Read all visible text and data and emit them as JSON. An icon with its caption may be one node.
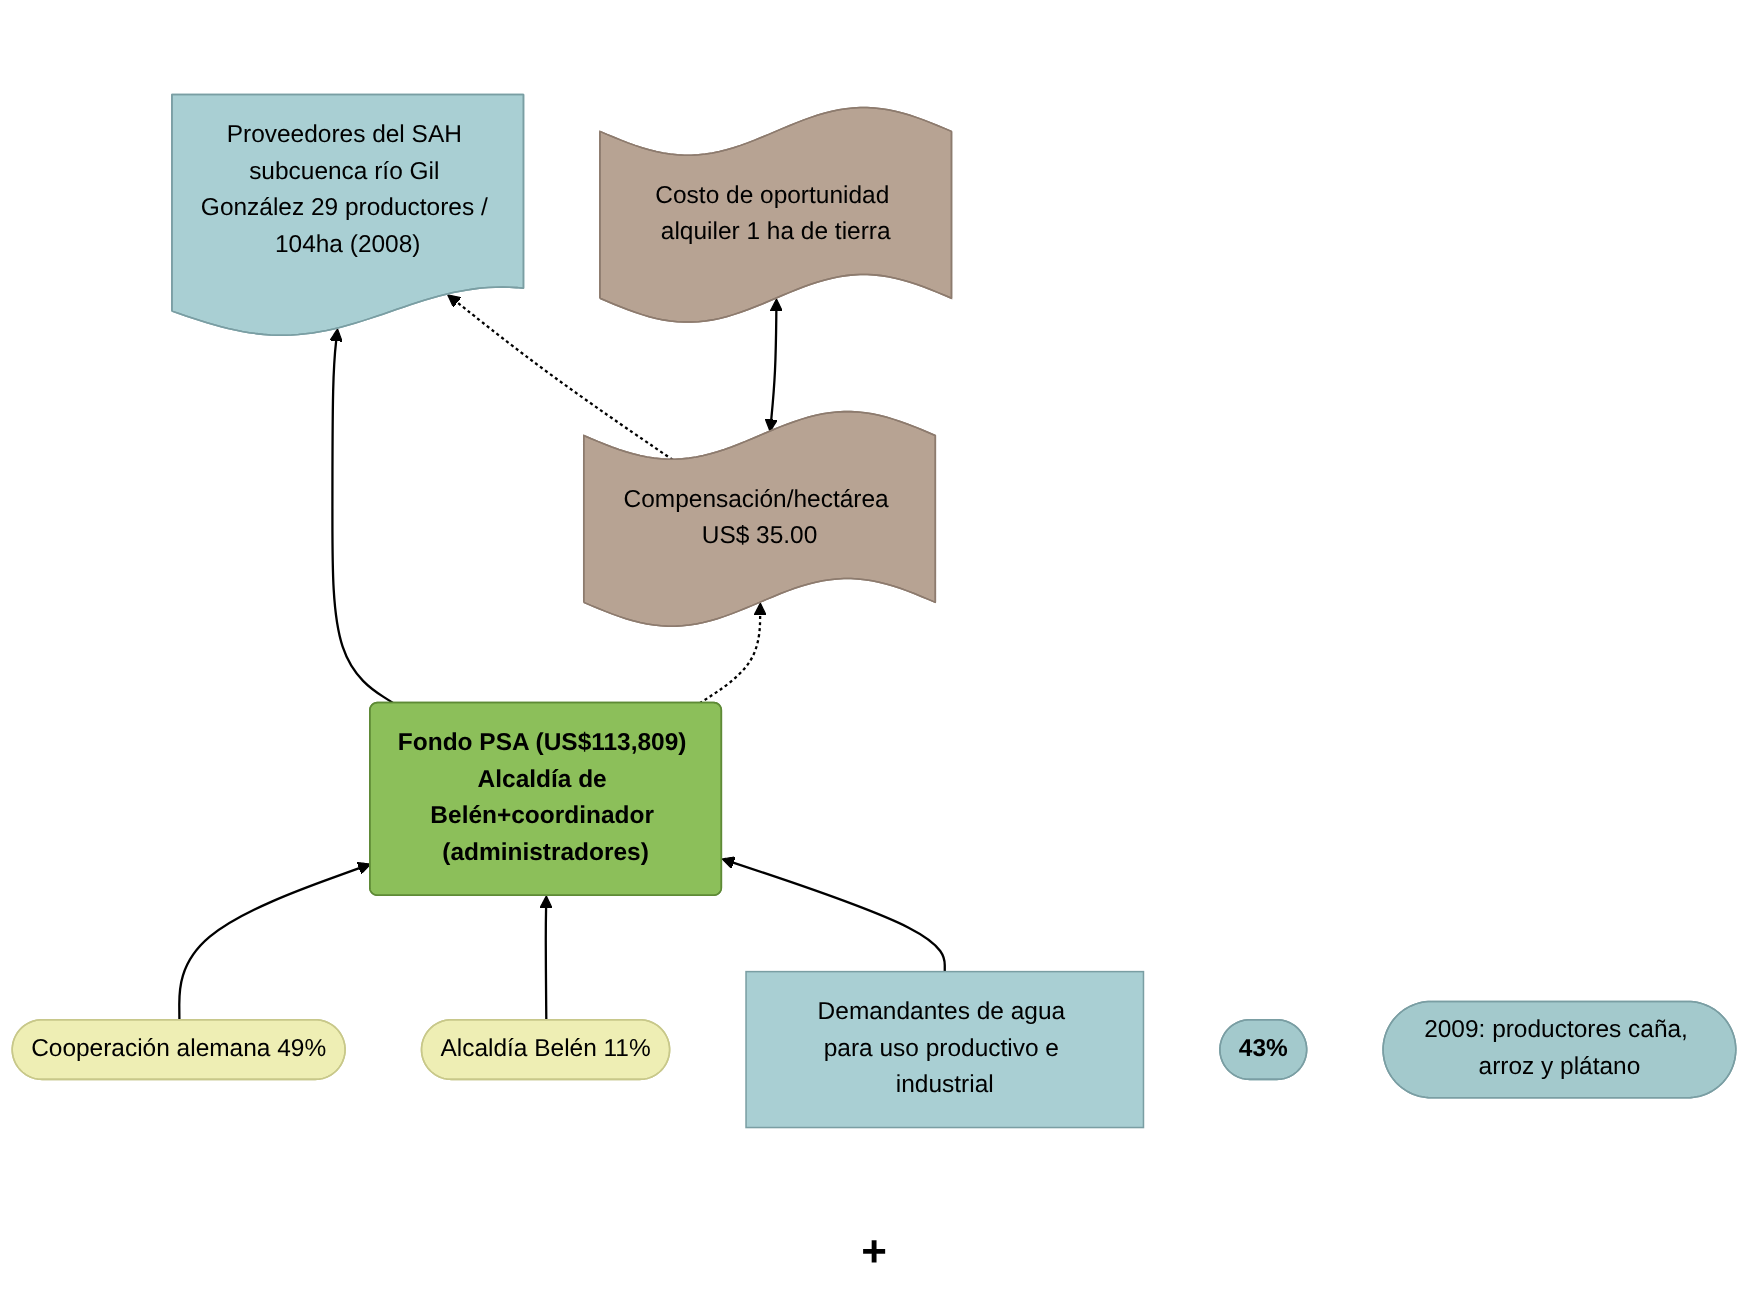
{
  "diagram": {
    "nodes": [
      {
        "text": [
          "Proveedores del SAH subcuenca río Gil González 29 productores / 104ha (2008)"
        ]
      },
      {
        "text": [
          "Compensación/hectárea US$ 35.00"
        ]
      },
      {
        "text": [
          "Costo de oportunidad alquiler 1 ha de tierra"
        ]
      },
      {
        "text": [
          "Fondo PSA (US$113,809) Alcaldía de Belén+coordinador (administradores)"
        ]
      },
      {
        "text": [
          "Cooperación alemana 49%"
        ]
      },
      {
        "text": [
          "Alcaldía Belén 11%"
        ]
      },
      {
        "text": [
          "Demandantes de agua para uso productivo e industrial"
        ]
      },
      {
        "text": [
          "43%"
        ]
      },
      {
        "text": [
          "2009: productores caña, arroz y plátano"
        ]
      }
    ],
    "edges": [
      {
        "from": 1,
        "to": 0,
        "arrow": "to",
        "style": "dashed"
      },
      {
        "from": 3,
        "to": 0,
        "arrow": "to"
      },
      {
        "from": 1,
        "to": 2,
        "arrow": "both"
      },
      {
        "from": 3,
        "to": 1,
        "arrow": "to",
        "style": "dashed"
      },
      {
        "from": 4,
        "to": 3,
        "arrow": "to"
      },
      {
        "from": 5,
        "to": 3,
        "arrow": "to"
      },
      {
        "from": 6,
        "to": 3,
        "arrow": "to"
      }
    ],
    "labels": [
      "+"
    ]
  }
}
